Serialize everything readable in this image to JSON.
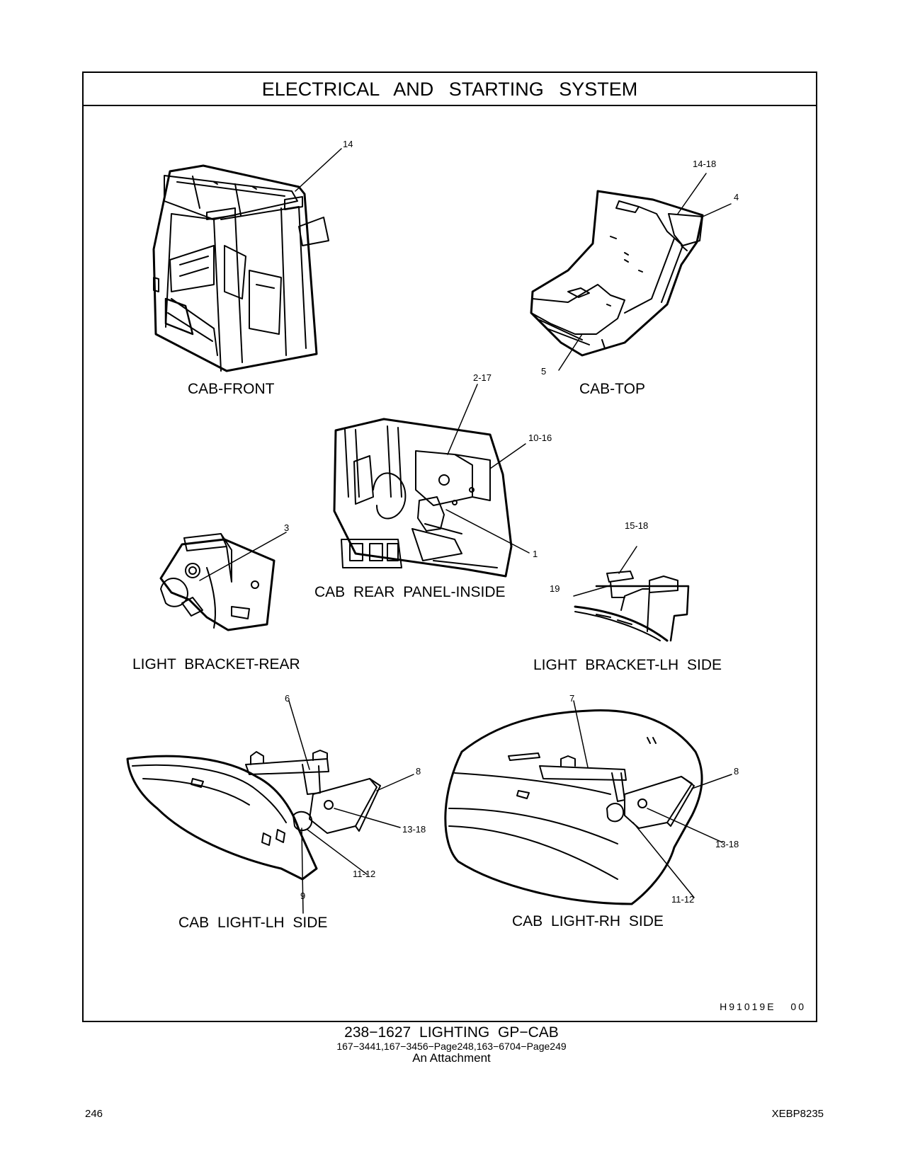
{
  "page": {
    "title": "ELECTRICAL AND STARTING SYSTEM",
    "drawing_id": "H91019E 00",
    "page_number": "246",
    "doc_code": "XEBP8235"
  },
  "footer": {
    "line1": "238−1627 LIGHTING GP−CAB",
    "line2": "167−3441,167−3456−Page248,163−6704−Page249",
    "line3": "An Attachment"
  },
  "views": {
    "cab_front": {
      "caption": "CAB-FRONT",
      "refs": [
        "14"
      ]
    },
    "cab_top": {
      "caption": "CAB-TOP",
      "refs": [
        "14-18",
        "4",
        "5"
      ]
    },
    "cab_rear_panel": {
      "caption": "CAB REAR PANEL-INSIDE",
      "refs": [
        "2-17",
        "10-16",
        "1"
      ]
    },
    "light_bracket_rear": {
      "caption": "LIGHT BRACKET-REAR",
      "refs": [
        "3"
      ]
    },
    "light_bracket_lh": {
      "caption": "LIGHT BRACKET-LH SIDE",
      "refs": [
        "15-18",
        "19"
      ]
    },
    "cab_light_lh": {
      "caption": "CAB LIGHT-LH SIDE",
      "refs": [
        "6",
        "8",
        "13-18",
        "11-12",
        "9"
      ]
    },
    "cab_light_rh": {
      "caption": "CAB LIGHT-RH SIDE",
      "refs": [
        "7",
        "8",
        "13-18",
        "11-12"
      ]
    }
  }
}
